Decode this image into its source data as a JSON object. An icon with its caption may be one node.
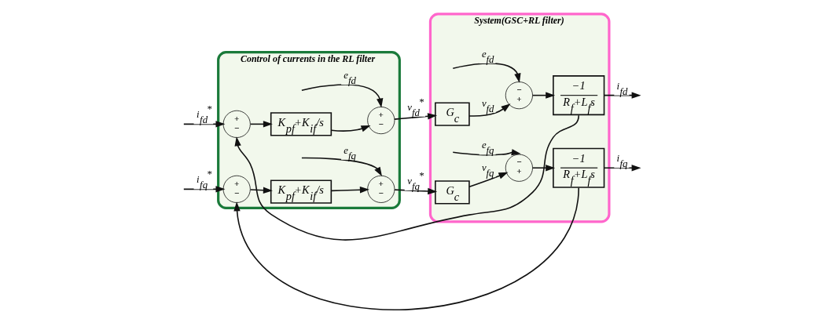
{
  "diagram": {
    "nodes": [
      {
        "text": [
          "Control of currents in the RL filter"
        ]
      },
      {
        "text": [
          "System(GSC+RL filter)"
        ]
      },
      {
        "text": [
          "+",
          "−"
        ],
        "in": 0
      },
      {
        "text": [
          "K$_{pf}$+K$_{if}$/s"
        ],
        "in": 0
      },
      {
        "text": [
          "+",
          "−"
        ],
        "in": 0
      },
      {
        "text": [
          "G$_{c}$"
        ],
        "in": 1
      },
      {
        "text": [
          "−",
          "+"
        ],
        "in": 1
      },
      {
        "text": [
          "−1",
          "R$_{f}$+L$_{f}$s"
        ],
        "in": 1
      },
      {
        "text": [
          "+",
          "−"
        ],
        "in": 0
      },
      {
        "text": [
          "K$_{pf}$+K$_{if}$/s"
        ],
        "in": 0
      },
      {
        "text": [
          "+",
          "−"
        ],
        "in": 0
      },
      {
        "text": [
          "G$_{c}$"
        ],
        "in": 1
      },
      {
        "text": [
          "−",
          "+"
        ],
        "in": 1
      },
      {
        "text": [
          "−1",
          "R$_{f}$+L$_{f}$s"
        ],
        "in": 1
      }
    ],
    "edges": [
      {
        "from": null,
        "to": 2,
        "arrow": "to",
        "label": "i$_{fd}$$^{*}$"
      },
      {
        "from": 2,
        "to": 3,
        "arrow": "to"
      },
      {
        "from": 3,
        "to": 4,
        "arrow": "to"
      },
      {
        "from": null,
        "to": 4,
        "arrow": "to",
        "label": "e$_{fd}$"
      },
      {
        "from": 4,
        "to": 5,
        "arrow": "to",
        "label": "v$_{fd}$$^{*}$"
      },
      {
        "from": 5,
        "to": 6,
        "arrow": "to",
        "label": "v$_{fd}$"
      },
      {
        "from": null,
        "to": 6,
        "arrow": "to",
        "label": "e$_{fd}$"
      },
      {
        "from": 6,
        "to": 7,
        "arrow": "to"
      },
      {
        "from": 7,
        "to": null,
        "arrow": "to",
        "label": "i$_{fd}$"
      },
      {
        "from": 7,
        "to": 2,
        "arrow": "to"
      },
      {
        "from": null,
        "to": 8,
        "arrow": "to",
        "label": "i$_{fq}$$^{*}$"
      },
      {
        "from": 8,
        "to": 9,
        "arrow": "to"
      },
      {
        "from": 9,
        "to": 10,
        "arrow": "to"
      },
      {
        "from": null,
        "to": 10,
        "arrow": "to",
        "label": "e$_{fq}$"
      },
      {
        "from": 10,
        "to": 11,
        "arrow": "to",
        "label": "v$_{fq}$$^{*}$"
      },
      {
        "from": 11,
        "to": 12,
        "arrow": "to",
        "label": "v$_{fq}$"
      },
      {
        "from": null,
        "to": 12,
        "arrow": "to",
        "label": "e$_{fq}$"
      },
      {
        "from": 12,
        "to": 13,
        "arrow": "to"
      },
      {
        "from": 13,
        "to": null,
        "arrow": "to",
        "label": "i$_{fq}$"
      },
      {
        "from": 13,
        "to": 8,
        "arrow": "to"
      }
    ]
  }
}
